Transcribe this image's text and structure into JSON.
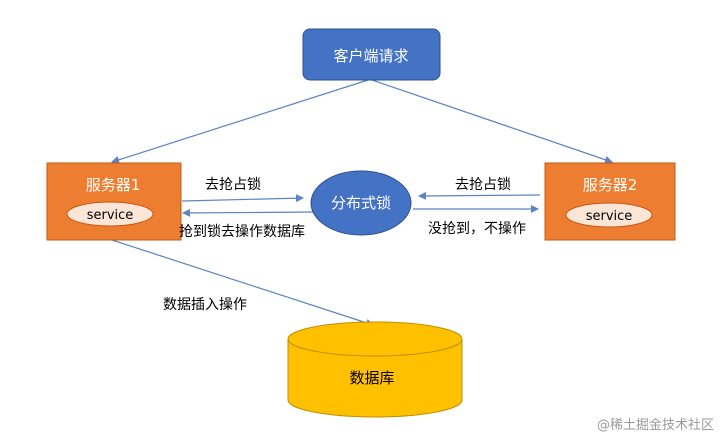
{
  "nodes": {
    "client": {
      "label": "客户端请求"
    },
    "server1": {
      "label": "服务器1",
      "inner": "service"
    },
    "server2": {
      "label": "服务器2",
      "inner": "service"
    },
    "lock": {
      "label": "分布式锁"
    },
    "db": {
      "label": "数据库"
    }
  },
  "edges": {
    "s1_to_lock": "去抢占锁",
    "lock_to_s1": "抢到锁去操作数据库",
    "s2_to_lock": "去抢占锁",
    "lock_to_s2": "没抢到，不操作",
    "s1_to_db": "数据插入操作"
  },
  "watermark": "@稀土掘金技术社区",
  "colors": {
    "client_fill": "#4472c4",
    "server_fill": "#ed7d31",
    "lock_fill": "#4472c4",
    "db_fill": "#ffc000",
    "service_fill": "#fbe5d6",
    "line": "#5b84c4"
  }
}
